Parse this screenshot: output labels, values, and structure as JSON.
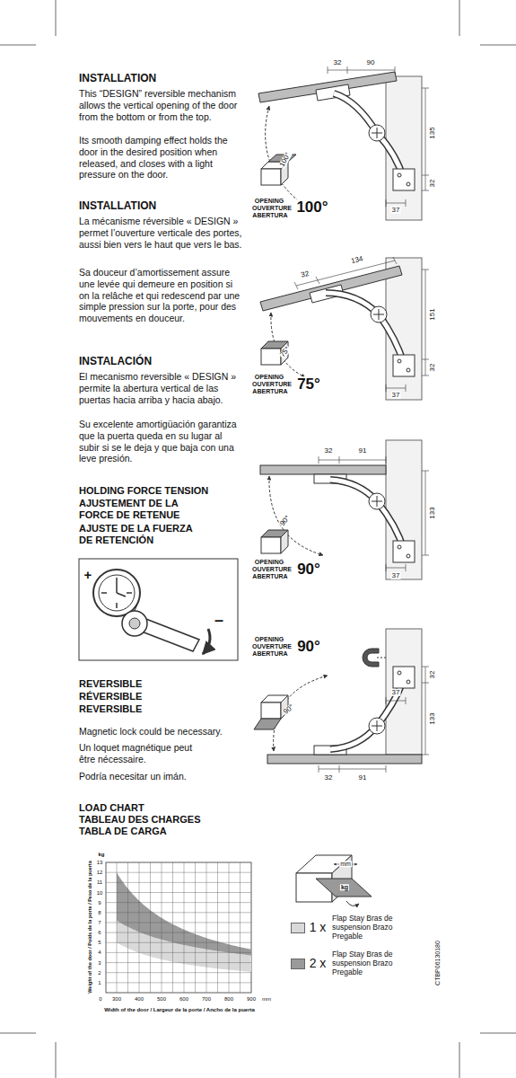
{
  "diagram": {
    "labels": [
      "INSTALLATION",
      "This “DESIGN” reversible mechanism allows the vertical opening of the door from the bottom or from the top.",
      "Its smooth damping effect holds the door in the desired position when released, and closes with a light pressure on the door.",
      "INSTALLATION",
      "La mécanisme réversible « DESIGN » permet l’ouverture verticale des portes, aussi bien vers le haut que vers le bas.",
      "Sa douceur d’amortissement assure une levée qui demeure en position si on la relâche et qui redescend par une simple pression sur la porte, pour des mouvements en douceur.",
      "INSTALACIÓN",
      "El mecanismo reversible « DESIGN » permite la abertura vertical de las puertas hacia arriba y hacia abajo.",
      "Su excelente amortigüación garantiza que la puerta queda en su lugar al subir si se le deja y que baja con una leve presión.",
      "32",
      "90",
      "100°",
      "135",
      "32",
      "37",
      "OPENING",
      "OUVERTURE",
      "ABERTURA",
      "100°",
      "32",
      "134",
      "75°",
      "151",
      "32",
      "37",
      "OPENING",
      "OUVERTURE",
      "ABERTURA",
      "75°",
      "32",
      "91",
      "90°",
      "133",
      "37",
      "OPENING",
      "OUVERTURE",
      "ABERTURA",
      "90°",
      "OPENING",
      "OUVERTURE",
      "ABERTURA",
      "90°",
      "32",
      "37",
      "90°",
      "133",
      "32",
      "91",
      "HOLDING FORCE TENSION",
      "AJUSTEMENT DE LA FORCE DE RETENUE",
      "AJUSTE DE LA FUERZA DE RETENCIÓN",
      "+",
      "–",
      "REVERSIBLE",
      "RÉVERSIBLE",
      "REVERSIBLE",
      "Magnetic lock could be necessary.",
      "Un loquet magnétique peut être nécessaire.",
      "Podría necesitar un imán.",
      "LOAD CHART",
      "TABLEAU DES CHARGES",
      "TABLA DE CARGA",
      "kg",
      "13",
      "12",
      "11",
      "10",
      "9",
      "8",
      "7",
      "6",
      "5",
      "4",
      "3",
      "2",
      "1",
      "0",
      "300",
      "400",
      "500",
      "600",
      "700",
      "800",
      "900",
      "mm",
      "Weight of the door / Poids de la porte / Peso de la puerta",
      "Width of the door / Largeur de la porte / Ancho de la puerta",
      "mm",
      "kg",
      "1 x",
      "2 x",
      "CTBP06130180"
    ],
    "legend": [
      {
        "text": "Flap Stay Bras de suspension Brazo Pregable",
        "color": "#d9d9d9"
      },
      {
        "text": "Flap Stay Bras de suspension Brazo Pregable",
        "color": "#9a9a9a"
      }
    ]
  }
}
